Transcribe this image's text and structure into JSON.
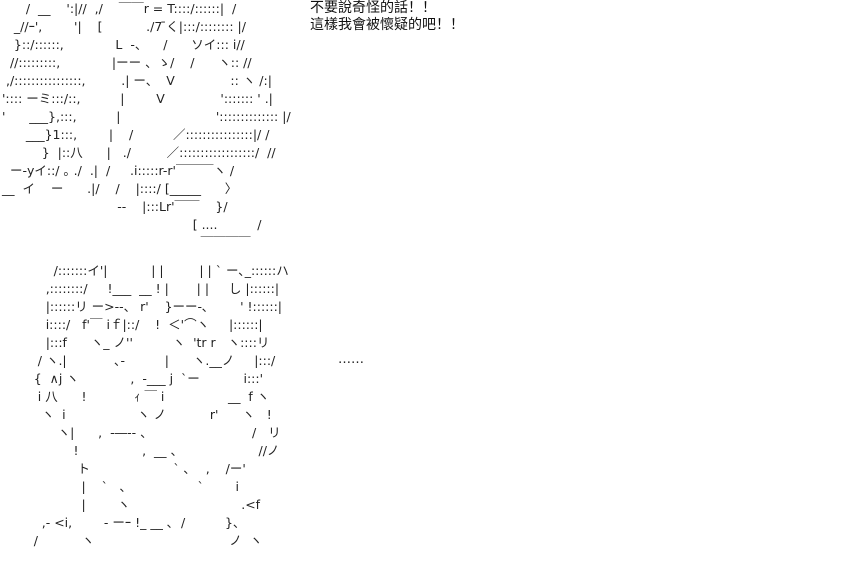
{
  "speech": {
    "line1": "不要說奇怪的話！！",
    "line2": "這樣我會被懷疑的吧！！"
  },
  "ellipsis": "……",
  "art_top": [
    "      /  __    ':|//  ,/    ￣￣r = T::::/::::::|  /",
    "   _//ｰ',        '|    [           ./7 ̄く|:::/:::::::: |/",
    "   }::/::::::,             L  -、    /      ソイ::: i//",
    "  //:::::::::,             |ーー 、ゝ/    /      ヽ:: //",
    " ,/::::::::::::::::,         .| ー、  V              :: ヽ /:|",
    "':::: ーミ:::/::,          |        V              '::::::: ' .|",
    "'      ___},:::,          |                        ':::::::::::::: |/",
    "      ___}1:::,        |    /          ／::::::::::::::::|/ /",
    "          }  |::八      |   ./         ／::::::::::::::::::/  //",
    "  ー-yイ::/ ｡ ./  .|  /     .i:::::r-r'￣￣￣ヽ /",
    "__  イ    ー      .|/    /    |::::/ [_____      〉",
    "                             --    |:::Lr'￣￣    }/",
    "                                                [ ....          /",
    "                                                  ￣￣￣￣"
  ],
  "art_bottom": [
    "             /:::::::イ'|           | |         | | ` ー､_::::::ハ",
    "           ,::::::::/     !___  __ ! |       | |     し |::::::|",
    "           |::::::リ ー>‐-、 r'    }ーー-､        ' !::::::|",
    "           i::::/   f'￣ iｆ|::/    !  ＜'⌒ヽ     |::::::|",
    "           |:::f      ヽ_ ノ''          ヽ  'tr r   ヽ::::リ",
    "         / ヽ.|            ､-          |      ヽ.__ノ     |:::/",
    "        {  ∧j ヽ             ,  -___ j  `ー           i:::'",
    "         i 八      !            ｨ ￣ i                __  f ヽ",
    "          ヽ  i                  ヽ ノ           r'      ヽ   !",
    "              ヽ|      ,  ‐―-- 、                         /   リ",
    "                  !                ,  __ 、                   //ノ",
    "                   ト                     ` ､    ,    /ー'",
    "                    |    `   ､                  `        i",
    "                    |        ヽ                            .<f",
    "          ,- <i,        ‐ ーｰ !_ __ ､  /          }、",
    "        /           ヽ                                  ノ  ヽ"
  ]
}
